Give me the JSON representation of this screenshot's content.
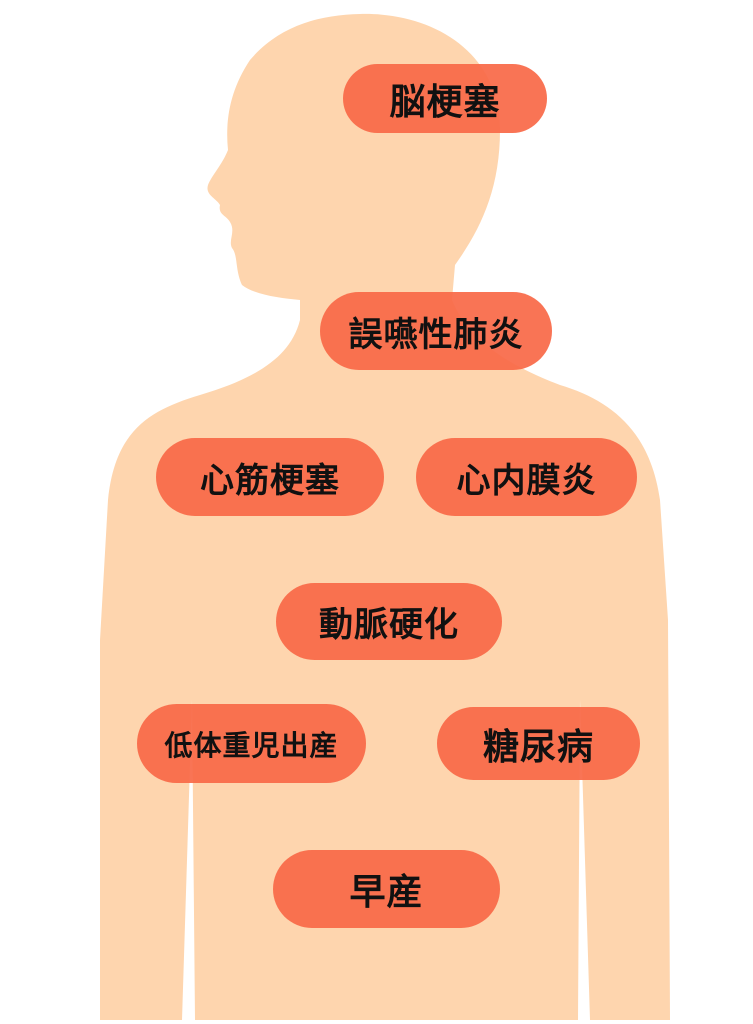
{
  "colors": {
    "silhouette": "#FED5AE",
    "pill": "#F86846",
    "text": "#111111"
  },
  "labels": {
    "cerebral_infarction": "脳梗塞",
    "aspiration_pneumonia": "誤嚥性肺炎",
    "myocardial_infarction": "心筋梗塞",
    "endocarditis": "心内膜炎",
    "arteriosclerosis": "動脈硬化",
    "low_birth_weight": "低体重児出産",
    "diabetes": "糖尿病",
    "premature_birth": "早産"
  }
}
